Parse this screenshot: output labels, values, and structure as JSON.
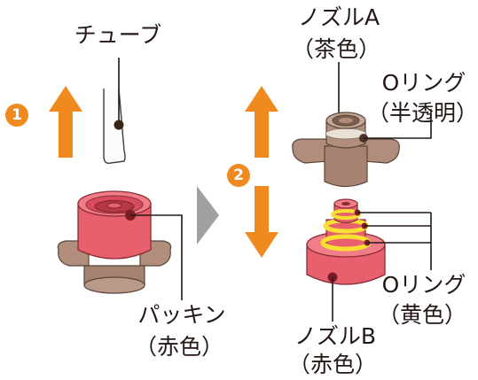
{
  "labels": {
    "tube": "チューブ",
    "nozzle_a": "ノズルA",
    "nozzle_a_color": "（茶色）",
    "oring_top": "Oリング",
    "oring_top_desc": "（半透明）",
    "packing": "パッキン",
    "packing_color": "（赤色）",
    "nozzle_b": "ノズルB",
    "nozzle_b_color": "（赤色）",
    "oring_bottom": "Oリング",
    "oring_bottom_desc": "（黄色）"
  },
  "steps": {
    "one": "1",
    "two": "2"
  },
  "colors": {
    "arrow_orange": "#f08a1e",
    "step_badge": "#f08a1e",
    "brown_part": "#b08e7b",
    "red_part": "#e8606e",
    "yellow_ring": "#f7e032",
    "grey_triangle": "#9fa0a0",
    "line_dark": "#231815"
  },
  "icons": [
    "up-arrow-icon",
    "down-arrow-icon",
    "next-triangle-icon"
  ]
}
